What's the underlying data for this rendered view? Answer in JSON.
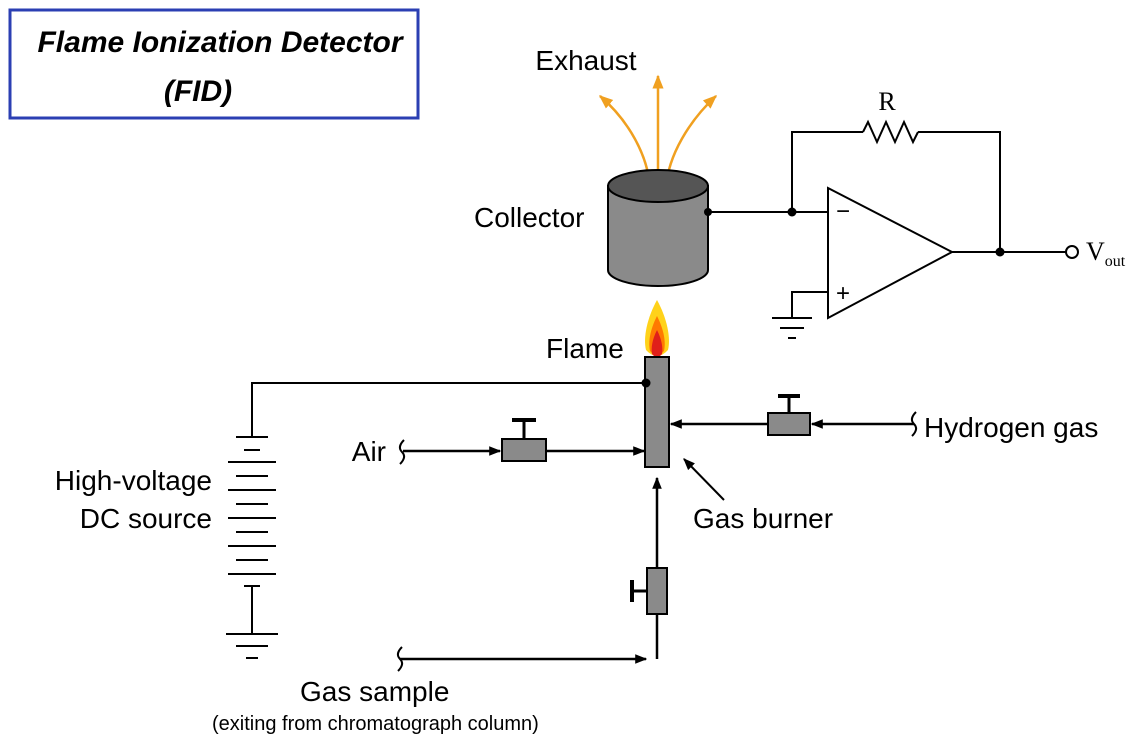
{
  "title": {
    "line1": "Flame Ionization Detector",
    "line2": "(FID)"
  },
  "labels": {
    "exhaust": "Exhaust",
    "collector": "Collector",
    "resistor": "R",
    "vout_main": "V",
    "vout_sub": "out",
    "opamp_minus": "−",
    "opamp_plus": "+",
    "flame": "Flame",
    "air": "Air",
    "hydrogen": "Hydrogen gas",
    "hv_line1": "High-voltage",
    "hv_line2": "DC source",
    "burner": "Gas burner",
    "sample_line1": "Gas sample",
    "sample_line2": "(exiting from chromatograph column)"
  },
  "colors": {
    "title_border": "#2b3fb3",
    "exhaust_arrows": "#f0a020",
    "component_fill": "#8a8a8a",
    "collector_top": "#555555",
    "flame_outer": "#ffd21a",
    "flame_mid": "#ff7a00",
    "flame_inner": "#e0201a",
    "line": "#000000"
  }
}
